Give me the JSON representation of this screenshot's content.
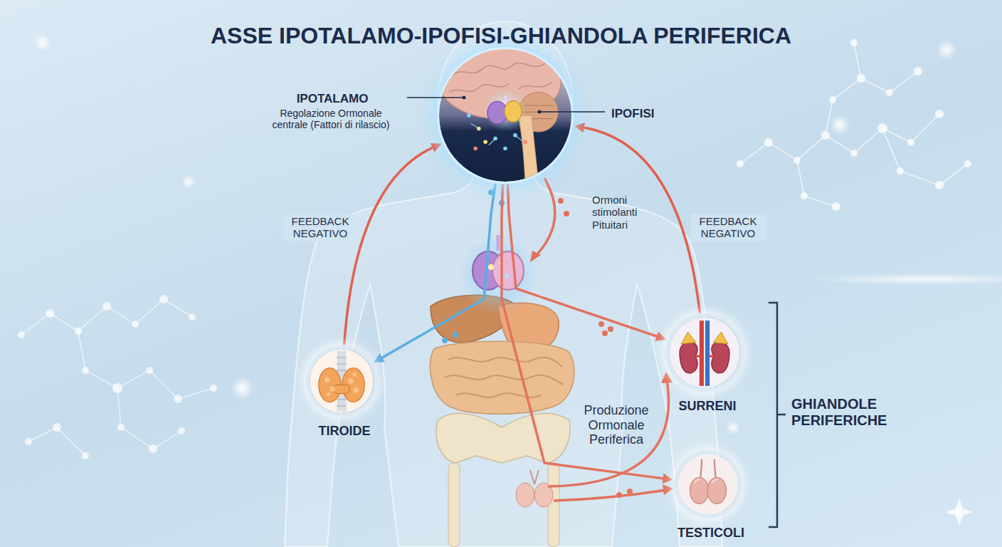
{
  "diagram": {
    "title": "ASSE IPOTALAMO-IPOFISI-GHIANDOLA PERIFERICA",
    "nodes": [
      {
        "text": [
          "IPOTALAMO",
          "Regolazione Ormonale centrale (Fattori di rilascio)",
          "IPOFISI"
        ]
      },
      {
        "text": [
          "TIROIDE"
        ]
      },
      {
        "text": [
          "SURRENI"
        ]
      },
      {
        "text": [
          "TESTICOLI"
        ]
      }
    ],
    "edges": [
      {
        "from": 0,
        "to": 1,
        "arrow": "to"
      },
      {
        "from": 0,
        "to": 2,
        "arrow": "to"
      },
      {
        "from": 0,
        "to": 3,
        "arrow": "to"
      },
      {
        "from": 1,
        "to": 0,
        "arrow": "to",
        "label": "FEEDBACK NEGATIVO"
      },
      {
        "from": 2,
        "to": 0,
        "arrow": "to",
        "label": "FEEDBACK NEGATIVO"
      }
    ],
    "labels": [
      "Ormoni stimolanti Pituitari",
      "Produzione Ormonale Periferica",
      "GHIANDOLE PERIFERICHE"
    ]
  }
}
